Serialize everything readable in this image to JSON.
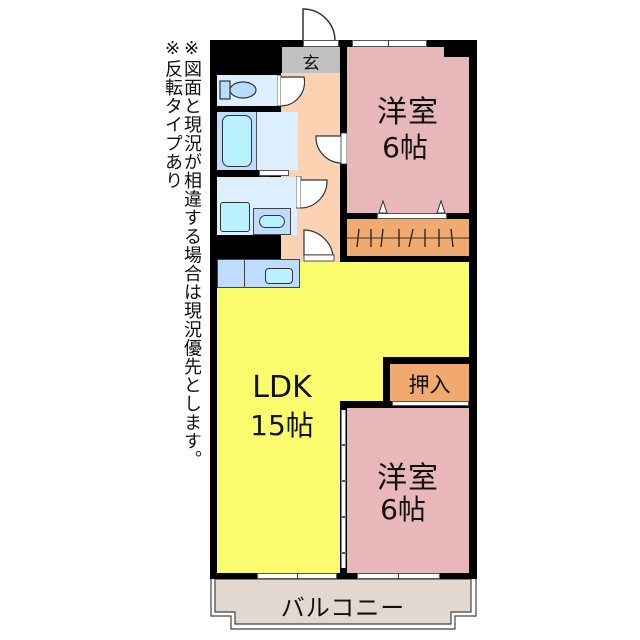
{
  "notes": {
    "column_1": "※図面と現況が相違する場合は現況優先とします。",
    "column_2": "※反転タイプあり"
  },
  "rooms": {
    "entrance": {
      "label": "玄",
      "color": "#c0c0c0"
    },
    "bedroom_north": {
      "label": "洋室",
      "size": "6帖",
      "color": "#e8b7b9"
    },
    "ldk": {
      "label": "LDK",
      "size": "15帖",
      "color": "#fbfb6e"
    },
    "closet": {
      "label": "押入",
      "color": "#f0a96e"
    },
    "bedroom_south": {
      "label": "洋室",
      "size": "6帖",
      "color": "#e8b7b9"
    },
    "balcony": {
      "label": "バルコニー",
      "color": "#e2d8cf"
    },
    "hallway": {
      "color": "#fcd3b2"
    },
    "wet_area": {
      "color": "#dcefff"
    }
  },
  "icons": {
    "toilet": "toilet-icon",
    "bathtub": "bathtub-icon",
    "washbasin": "washbasin-icon",
    "washing_machine": "washing-machine-icon",
    "kitchen_sink": "kitchen-sink-icon"
  }
}
